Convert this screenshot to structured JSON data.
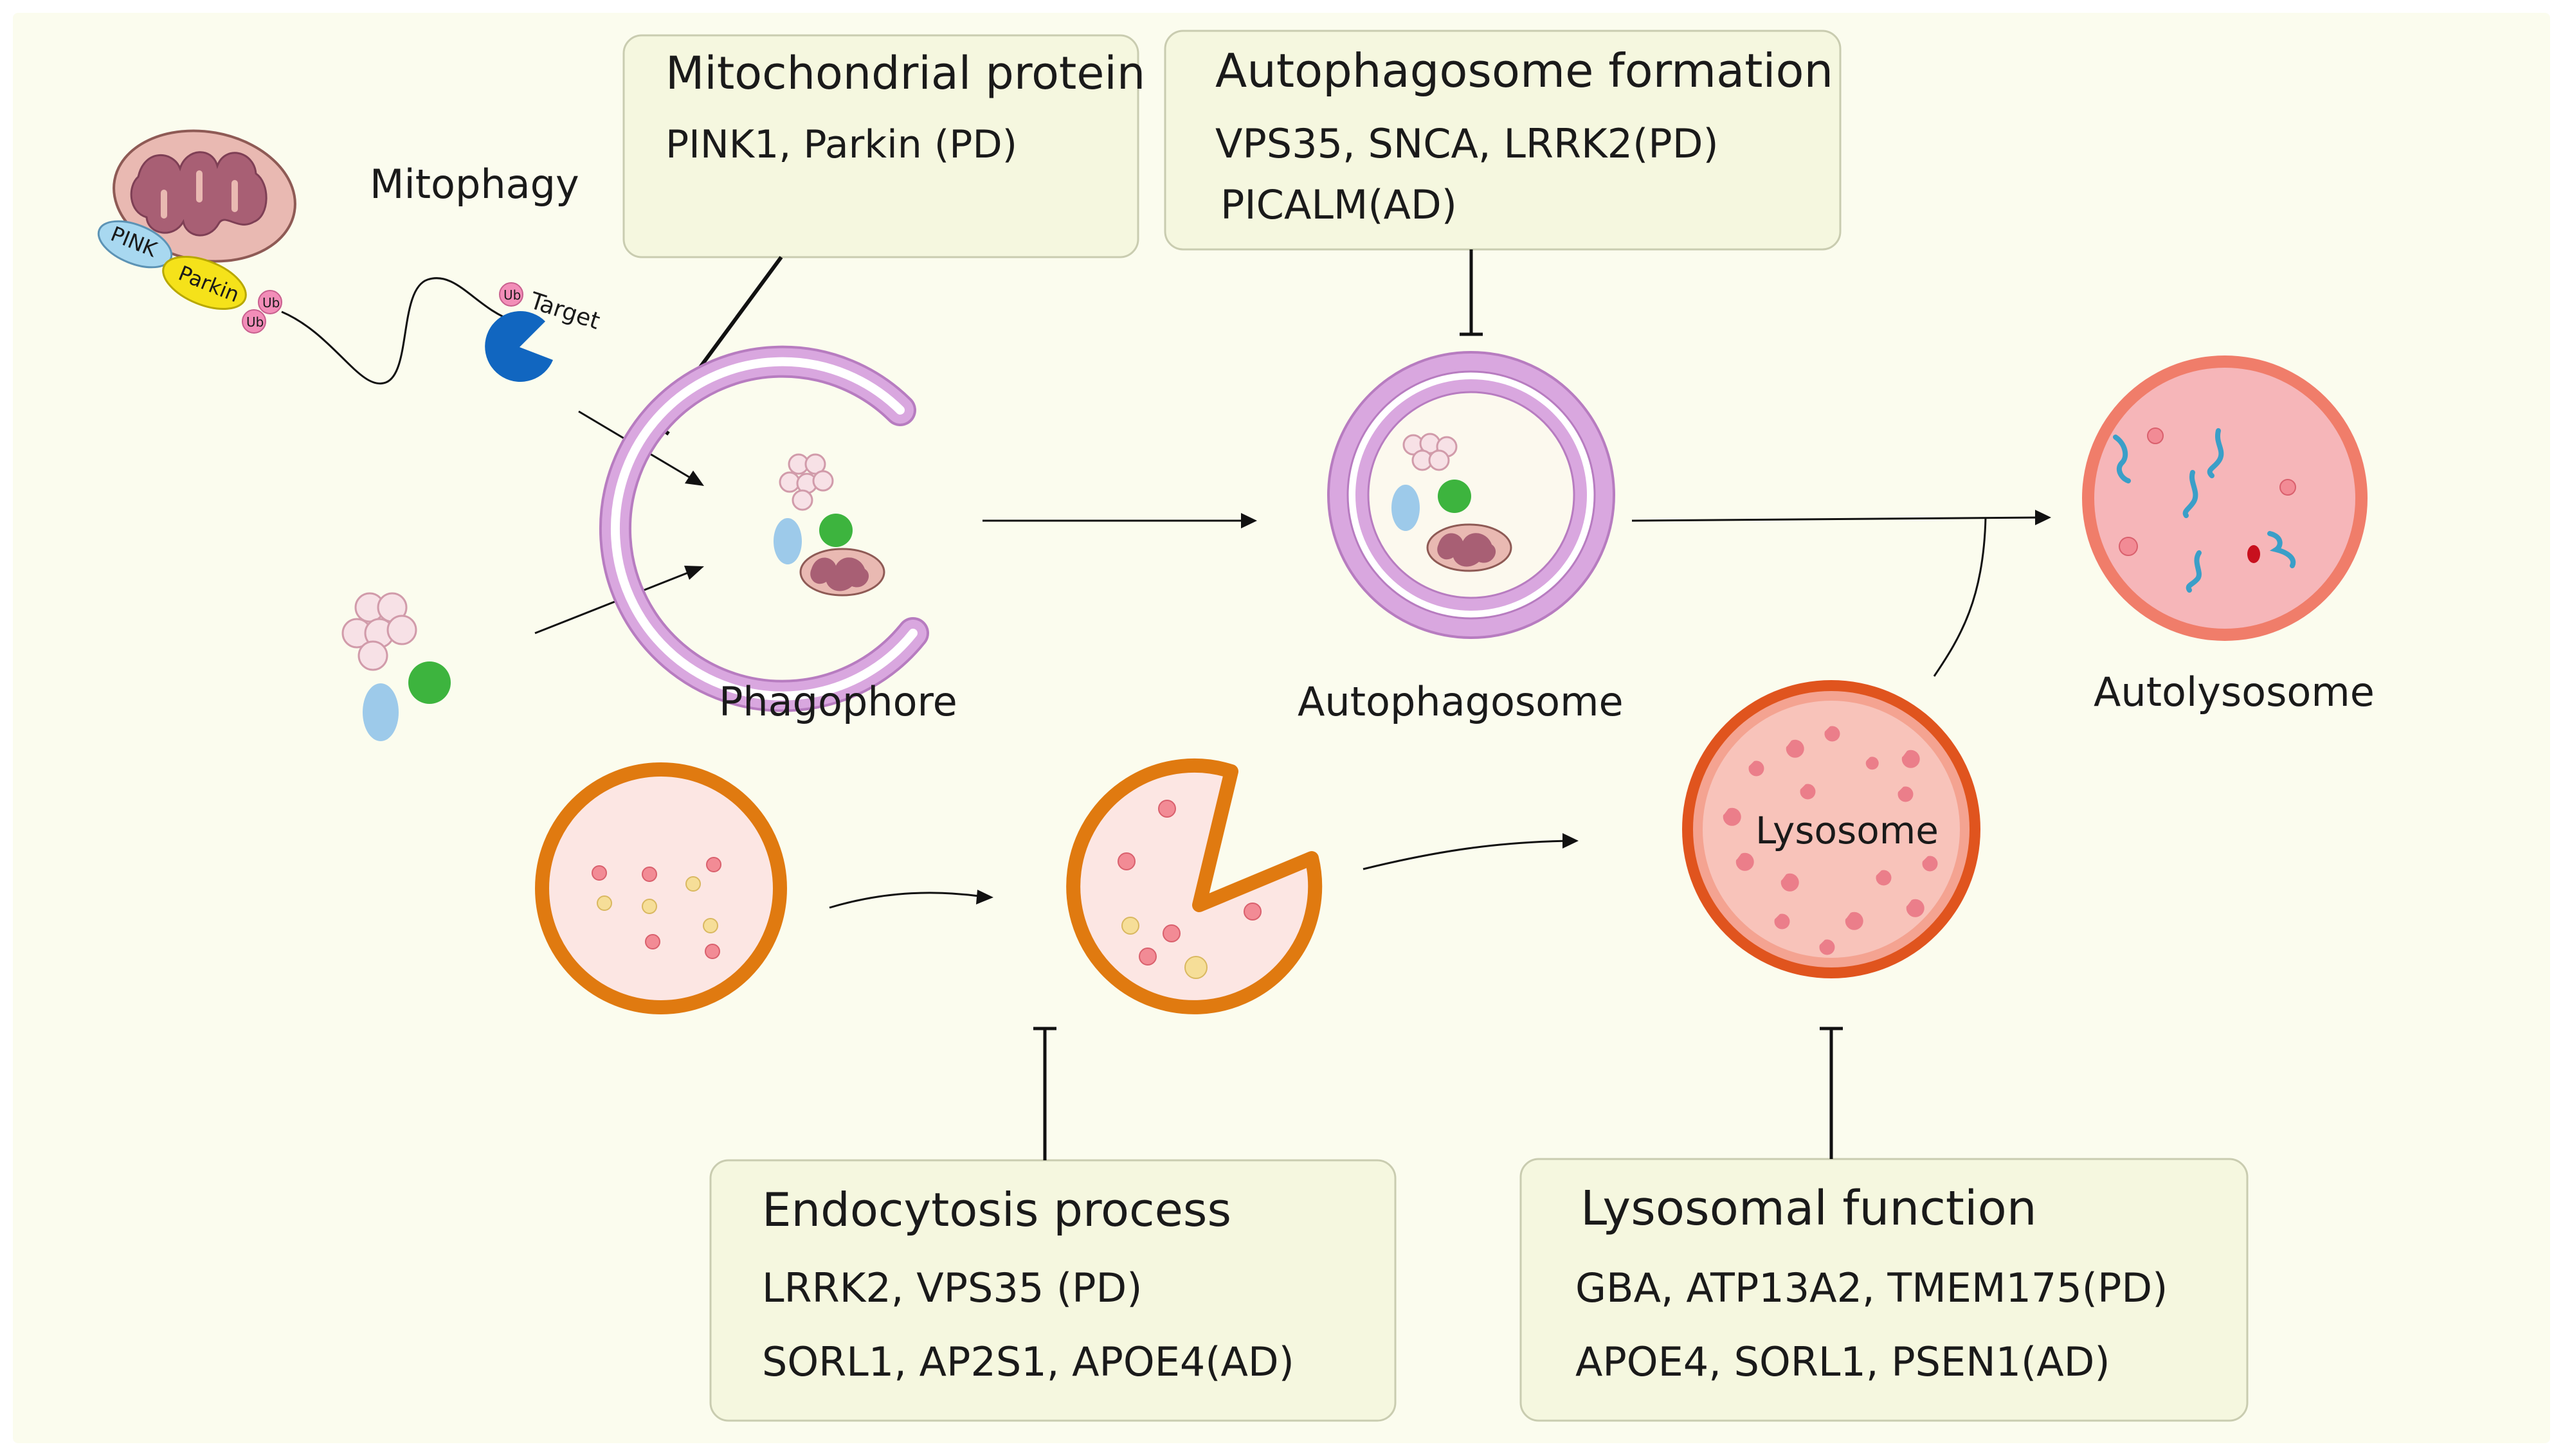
{
  "colors": {
    "background": "#FBFCEE",
    "box_fill": "#F5F7DF",
    "box_stroke": "#C9CCB0",
    "membrane_purple": "#D9A7DF",
    "membrane_purple_dark": "#B77CC0",
    "lysosome_orange": "#E07A10",
    "lysosome_red": "#E0541E",
    "autolysosome_ring": "#F07D6A",
    "autolysosome_fill": "#F6B6B9",
    "mito_fill": "#E9B9B2",
    "mito_cristae": "#A85F74",
    "pink_protein": "#A8D8F0",
    "parkin": "#F5E21A",
    "ub": "#F28DB8",
    "target_blue": "#1166C0",
    "green": "#3DB43E",
    "light_blue": "#9DCAEA",
    "cargo_red": "#F28B95",
    "cargo_yellow": "#F6DE98"
  },
  "boxes": {
    "mito": {
      "title": "Mitochondrial protein",
      "line1": "PINK1, Parkin (PD)"
    },
    "autophag": {
      "title": "Autophagosome formation",
      "line1": "VPS35, SNCA, LRRK2(PD)",
      "line2": "PICALM(AD)"
    },
    "endo": {
      "title": "Endocytosis process",
      "line1": "LRRK2, VPS35 (PD)",
      "line2": "SORL1, AP2S1, APOE4(AD)"
    },
    "lyso": {
      "title": "Lysosomal function",
      "line1": "GBA, ATP13A2, TMEM175(PD)",
      "line2": "APOE4, SORL1, PSEN1(AD)"
    }
  },
  "labels": {
    "mitophagy": "Mitophagy",
    "phagophore": "Phagophore",
    "autophagosome": "Autophagosome",
    "autolysosome": "Autolysosome",
    "lysosome": "Lysosome",
    "pink": "PINK",
    "parkin": "Parkin",
    "ub": "Ub",
    "target": "Target"
  }
}
